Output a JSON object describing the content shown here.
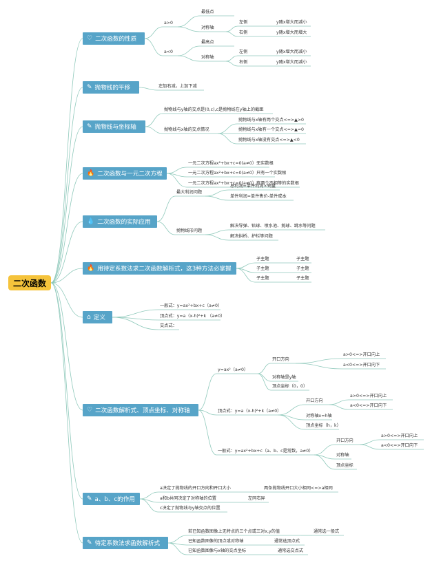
{
  "root": {
    "label": "二次函数"
  },
  "branches": [
    {
      "label": "二次函数的性质",
      "icon": "♡"
    },
    {
      "label": "抛物线的平移",
      "icon": "✎"
    },
    {
      "label": "抛物线与坐标轴",
      "icon": "✎"
    },
    {
      "label": "二次函数与一元二次方程",
      "icon": "🔥"
    },
    {
      "label": "二次函数的实际应用",
      "icon": "💧"
    },
    {
      "label": "用待定系数法求二次函数解析式，这3种方法必掌握",
      "icon": "🔥"
    },
    {
      "label": "定义",
      "icon": "⌂"
    },
    {
      "label": "二次函数解析式、顶点坐标、对称轴",
      "icon": "♡"
    },
    {
      "label": "a、b、c的作用",
      "icon": "✎"
    },
    {
      "label": "待定系数法求函数解析式",
      "icon": "✎"
    }
  ],
  "n": {
    "b0_a_pos": "a>0",
    "b0_a_neg": "a<0",
    "b0_min": "最低点",
    "b0_max": "最高点",
    "b0_axis1": "对称轴",
    "b0_axis2": "对称轴",
    "b0_left1": "左侧",
    "b0_right1": "右侧",
    "b0_left2": "左侧",
    "b0_right2": "右侧",
    "b0_l1v": "y随x增大而减小",
    "b0_r1v": "y随x增大而增大",
    "b0_l2v": "y随x增大而减小",
    "b0_r2v": "y随x增大而减小",
    "b1_text": "左加右减，上加下减",
    "b2_y": "抛物线与y轴的交点是(0,c),c是抛物线在y轴上的截距",
    "b2_x": "抛物线与x轴的交点情况",
    "b2_x1": "抛物线与x轴有两个交点<=>▲>0",
    "b2_x2": "抛物线与x轴有一个交点<=>▲=0",
    "b2_x3": "抛物线与x轴没有交点<=>▲<0",
    "b3_1": "一元二次方程ax²+bx+c=0(a≠0）无实数根",
    "b3_2": "一元二次方程ax²+bx+c=0(a≠0）只有一个实数根",
    "b3_3": "一元二次方程ax²+bx+c=0(a≠0）有两个不相等的实数根",
    "b4_profit": "最大利润问题",
    "b4_p1": "总利润=单件利润×销量",
    "b4_p2": "单件利润=单件售价-单件成本",
    "b4_parab": "抛物线形问题",
    "b4_q1": "解决导弹、铅球、喷水池、抛球、跳水等问题",
    "b4_q2": "解决拱桥、护栏等问题",
    "b5_s1": "子主题",
    "b5_s2": "子主题",
    "b5_s3": "子主题",
    "b5_t1": "子主题",
    "b5_t2": "子主题",
    "b5_t3": "子主题",
    "b6_1": "一般式：y=ax²+bx+c（a≠0）",
    "b6_2": "顶点式：y=a（x-h)²+k （a≠0）",
    "b6_3": "交点式：",
    "b7_f1": "y=ax²（a≠0）",
    "b7_f1_dir": "开口方向",
    "b7_f1_d1": "a>0<=>开口向上",
    "b7_f1_d2": "a<0<=>开口向下",
    "b7_f1_axis": "对称轴是y轴",
    "b7_f1_vtx": "顶点坐标（0，0）",
    "b7_f2": "顶点式：y=a（x-h)²+k（a≠0）",
    "b7_f2_dir": "开口方向",
    "b7_f2_d1": "a>0<=>开口向上",
    "b7_f2_d2": "a<0<=>开口向下",
    "b7_f2_axis": "对称轴x=h轴",
    "b7_f2_vtx": "顶点坐标（h，k）",
    "b7_f3": "一般式：y=ax²+bx+c（a、b、c是常数，a≠0）",
    "b7_f3_dir": "开口方向",
    "b7_f3_d1": "a>0<=>开口向上",
    "b7_f3_d2": "a<0<=>开口向下",
    "b7_f3_axis": "对称轴",
    "b7_f3_vtx": "顶点坐标",
    "b8_1": "a决定了抛物线的开口方向和开口大小",
    "b8_1r": "两条抛物线开口大小相同<=>a相同",
    "b8_2": "a和b共同决定了对称轴的位置",
    "b8_2r": "左同右异",
    "b8_3": "c决定了抛物线与y轴交点的位置",
    "b9_1": "若已知函数图像上无特点的三个点或三对x,y的值",
    "b9_1r": "通常选一般式",
    "b9_2": "已知函数图像的顶点或对称轴",
    "b9_2r": "通常选顶点式",
    "b9_3": "已知函数图像与x轴的交点坐标",
    "b9_3r": "通常选交点式"
  }
}
